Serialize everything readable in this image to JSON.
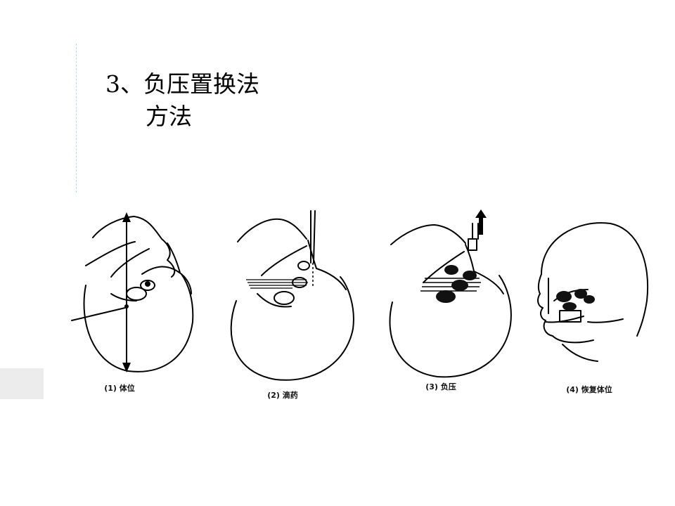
{
  "slide": {
    "title": "3、负压置换法",
    "subtitle": "方法"
  },
  "panels": [
    {
      "caption": "(1) 体位"
    },
    {
      "caption": "(2) 滴药"
    },
    {
      "caption": "(3) 负压"
    },
    {
      "caption": "(4) 恢复体位"
    }
  ]
}
